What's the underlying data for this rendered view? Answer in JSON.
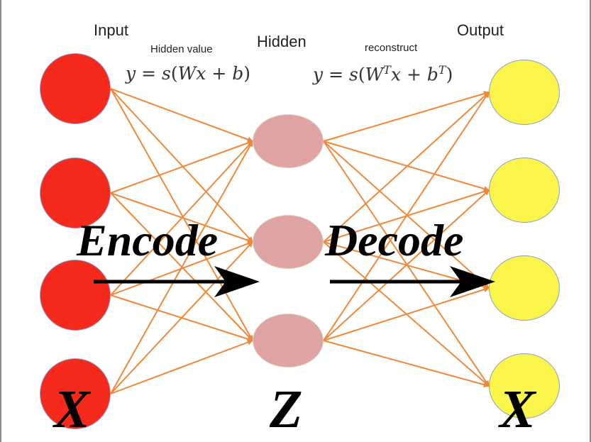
{
  "labels": {
    "input": "Input",
    "hidden": "Hidden",
    "output": "Output",
    "hidden_value": "Hidden value",
    "reconstruct": "reconstruct"
  },
  "formulas": {
    "encode": "y = s(Wx + b)",
    "decode": "y = s(W^T x + b^T)"
  },
  "overlay": {
    "encode": "Encode",
    "decode": "Decode",
    "input_symbol": "X",
    "latent_symbol": "Z",
    "output_symbol": "X"
  },
  "layers": {
    "input_count": 4,
    "hidden_count": 3,
    "output_count": 4
  },
  "colors": {
    "input_node": "#f52a1c",
    "hidden_node": "#dfa3a3",
    "output_node": "#fbf44a",
    "edge": "#f0883a",
    "arrow": "#000000"
  }
}
